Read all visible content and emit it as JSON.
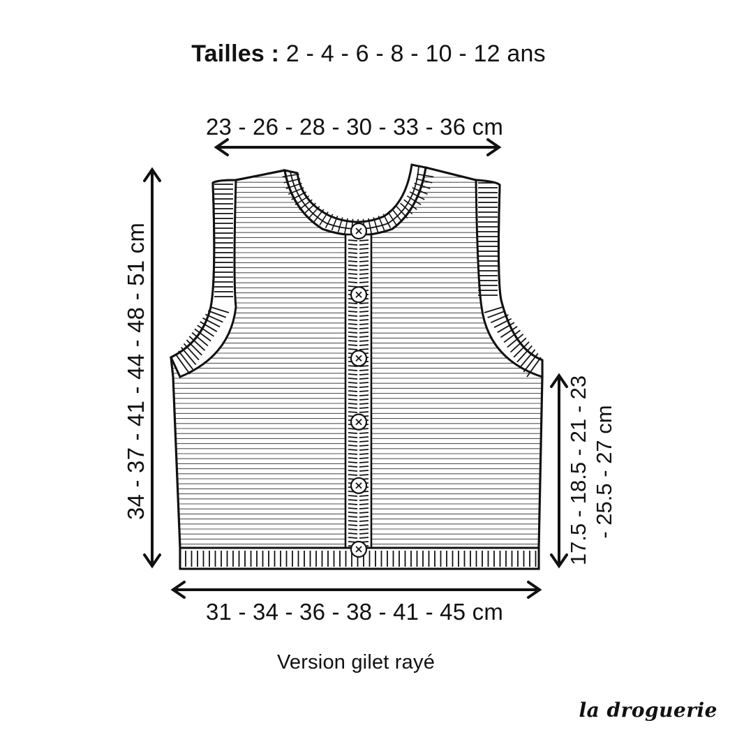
{
  "title": {
    "bold": "Tailles :",
    "sizes": "2 - 4 - 6 - 8 - 10 - 12 ans"
  },
  "measurements": {
    "top_width": "23 - 26 - 28 - 30 - 33 - 36 cm",
    "bottom_width": "31 - 34 - 36 - 38 - 41 - 45 cm",
    "total_length": "34 - 37 - 41 - 44 - 48 - 51 cm",
    "armhole_line1": "17.5 - 18.5 - 21 - 23",
    "armhole_line2": "- 25.5 - 27 cm"
  },
  "caption": "Version gilet rayé",
  "brand": "la droguerie",
  "buttons_count": 6
}
